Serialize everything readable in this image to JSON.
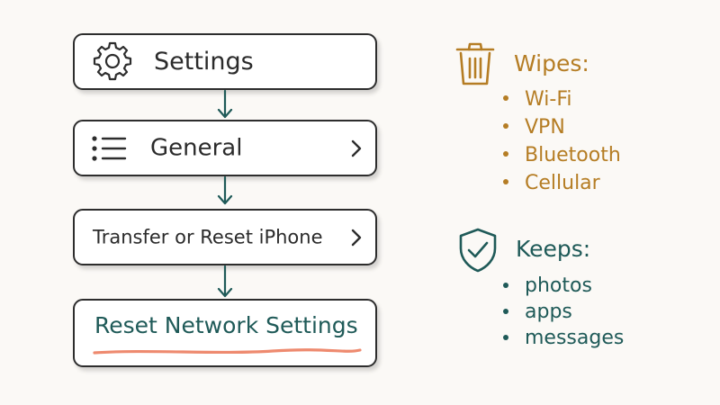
{
  "steps": [
    {
      "label": "Settings",
      "icon": "gear-icon"
    },
    {
      "label": "General",
      "icon": "list-icon",
      "chevron": true
    },
    {
      "label": "Transfer or Reset iPhone",
      "chevron": true
    },
    {
      "label": "Reset Network Settings",
      "highlight": true
    }
  ],
  "wipes": {
    "title": "Wipes:",
    "icon": "trash-icon",
    "items": [
      "Wi-Fi",
      "VPN",
      "Bluetooth",
      "Cellular"
    ]
  },
  "keeps": {
    "title": "Keeps:",
    "icon": "shield-check-icon",
    "items": [
      "photos",
      "apps",
      "messages"
    ]
  },
  "colors": {
    "arrow": "#1f5a58",
    "wipes": "#b57d24",
    "keeps": "#1f5a58",
    "underline": "#ee8a6f",
    "box_border": "#2d2d2d"
  }
}
